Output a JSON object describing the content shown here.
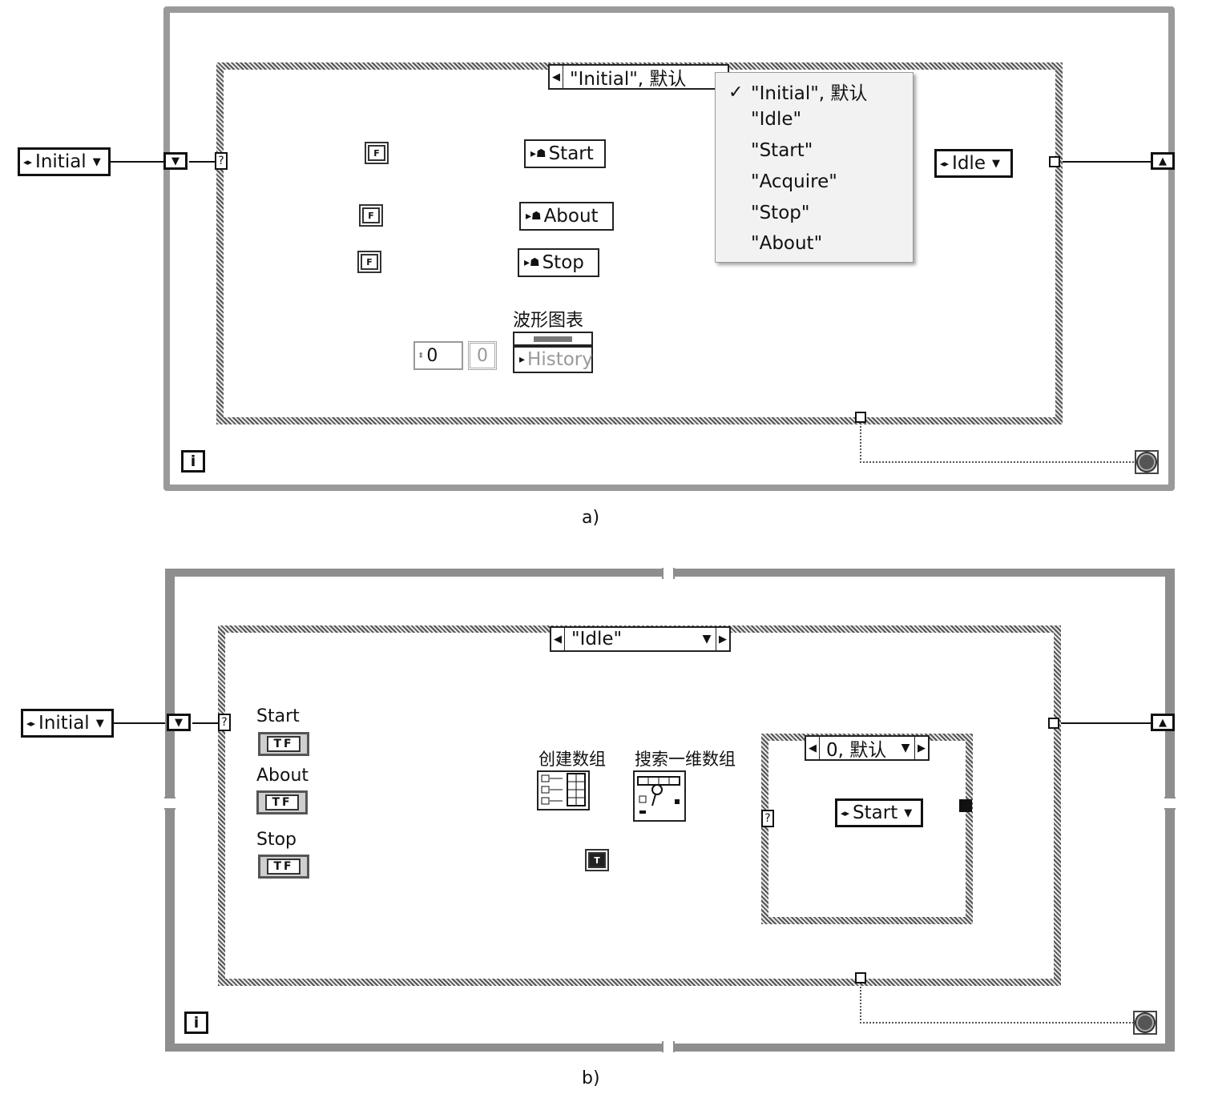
{
  "panel_a": {
    "enum_in": "Initial",
    "case_selector": "\"Initial\", 默认",
    "menu_items": [
      "\"Initial\", 默认",
      "\"Idle\"",
      "\"Start\"",
      "\"Acquire\"",
      "\"Stop\"",
      "\"About\""
    ],
    "menu_checked_index": 0,
    "props": [
      "Start",
      "About",
      "Stop"
    ],
    "bool_constant": "F",
    "chart_label": "波形图表",
    "chart_prop": "History",
    "num_value": "0",
    "enum_out": "Idle",
    "caption": "a)"
  },
  "panel_b": {
    "enum_in": "Initial",
    "case_selector": "\"Idle\"",
    "controls": [
      "Start",
      "About",
      "Stop"
    ],
    "tf_label": "TF",
    "build_array_label": "创建数组",
    "search_label": "搜索一维数组",
    "bool_constant": "T",
    "inner_selector": "0, 默认",
    "enum_out": "Start",
    "caption": "b)"
  },
  "common": {
    "iteration_label": "i",
    "tunnel_question": "?"
  }
}
